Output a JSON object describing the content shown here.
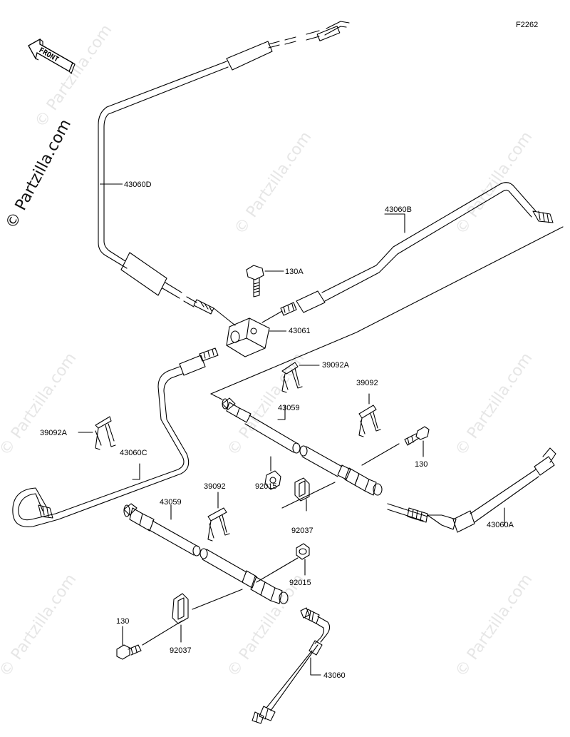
{
  "figure_code": "F2262",
  "front_label": "FRONT",
  "watermark_text": "© Partzilla.com",
  "callouts": {
    "p43060D": "43060D",
    "p43060B": "43060B",
    "p130A": "130A",
    "p43061": "43061",
    "p39092A_top": "39092A",
    "p39092_top": "39092",
    "p39092A_left": "39092A",
    "p43060C": "43060C",
    "p43059_right": "43059",
    "p130_right": "130",
    "p43060A": "43060A",
    "p39092_mid": "39092",
    "p43059_left": "43059",
    "p92015_top": "92015",
    "p92037_mid": "92037",
    "p92015_bot": "92015",
    "p130_left": "130",
    "p92037_bot": "92037",
    "p43060": "43060"
  },
  "colors": {
    "line": "#000000",
    "watermark": "#e6e6e6"
  }
}
